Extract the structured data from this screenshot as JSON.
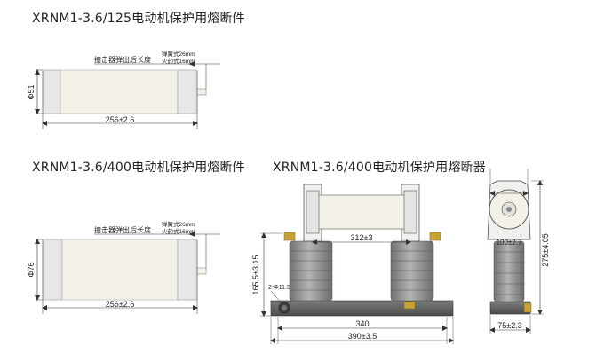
{
  "titles": {
    "fuse_125": "XRNM1-3.6/125电动机保护用熔断件",
    "fuse_400": "XRNM1-3.6/400电动机保护用熔断件",
    "breaker_400": "XRNM1-3.6/400电动机保护用熔断器"
  },
  "fuse_125": {
    "striker_label": "撞击器弹出后长度",
    "spring_label": "弹簧式26mm",
    "powder_label": "火药式16mm",
    "length": "256±2.6",
    "diameter": "Φ51"
  },
  "fuse_400": {
    "striker_label": "撞击器弹出后长度",
    "spring_label": "弹簧式26mm",
    "powder_label": "火药式16mm",
    "length": "256±2.6",
    "diameter": "Φ76"
  },
  "front_view": {
    "span": "312±3",
    "height": "165.5±3.15",
    "hole": "2-Φ11.5",
    "base_inner": "340",
    "base_outer": "390±3.5"
  },
  "side_view": {
    "top_width": "100±2.7",
    "height": "275±4.05",
    "base_width": "75±2.3"
  },
  "colors": {
    "cap": "#e7e8e6",
    "body": "#f4f2e8",
    "insulator": "#8c908c",
    "base": "#5c5f5c",
    "brass": "#c7a236",
    "line": "#333333"
  }
}
